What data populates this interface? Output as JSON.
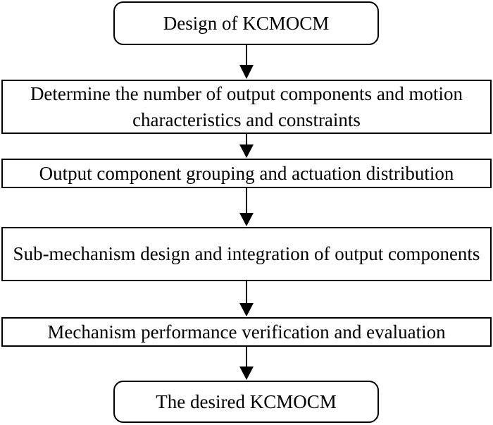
{
  "nodes": {
    "start": "Design of KCMOCM",
    "step1": "Determine the number of output components and motion characteristics and constraints",
    "step2": "Output component grouping and actuation distribution",
    "step3": "Sub-mechanism design and integration of output components",
    "step4": "Mechanism performance verification and evaluation",
    "end": "The desired KCMOCM"
  },
  "edges": [
    {
      "from": "start",
      "to": "step1"
    },
    {
      "from": "step1",
      "to": "step2"
    },
    {
      "from": "step2",
      "to": "step3"
    },
    {
      "from": "step3",
      "to": "step4"
    },
    {
      "from": "step4",
      "to": "end"
    }
  ]
}
